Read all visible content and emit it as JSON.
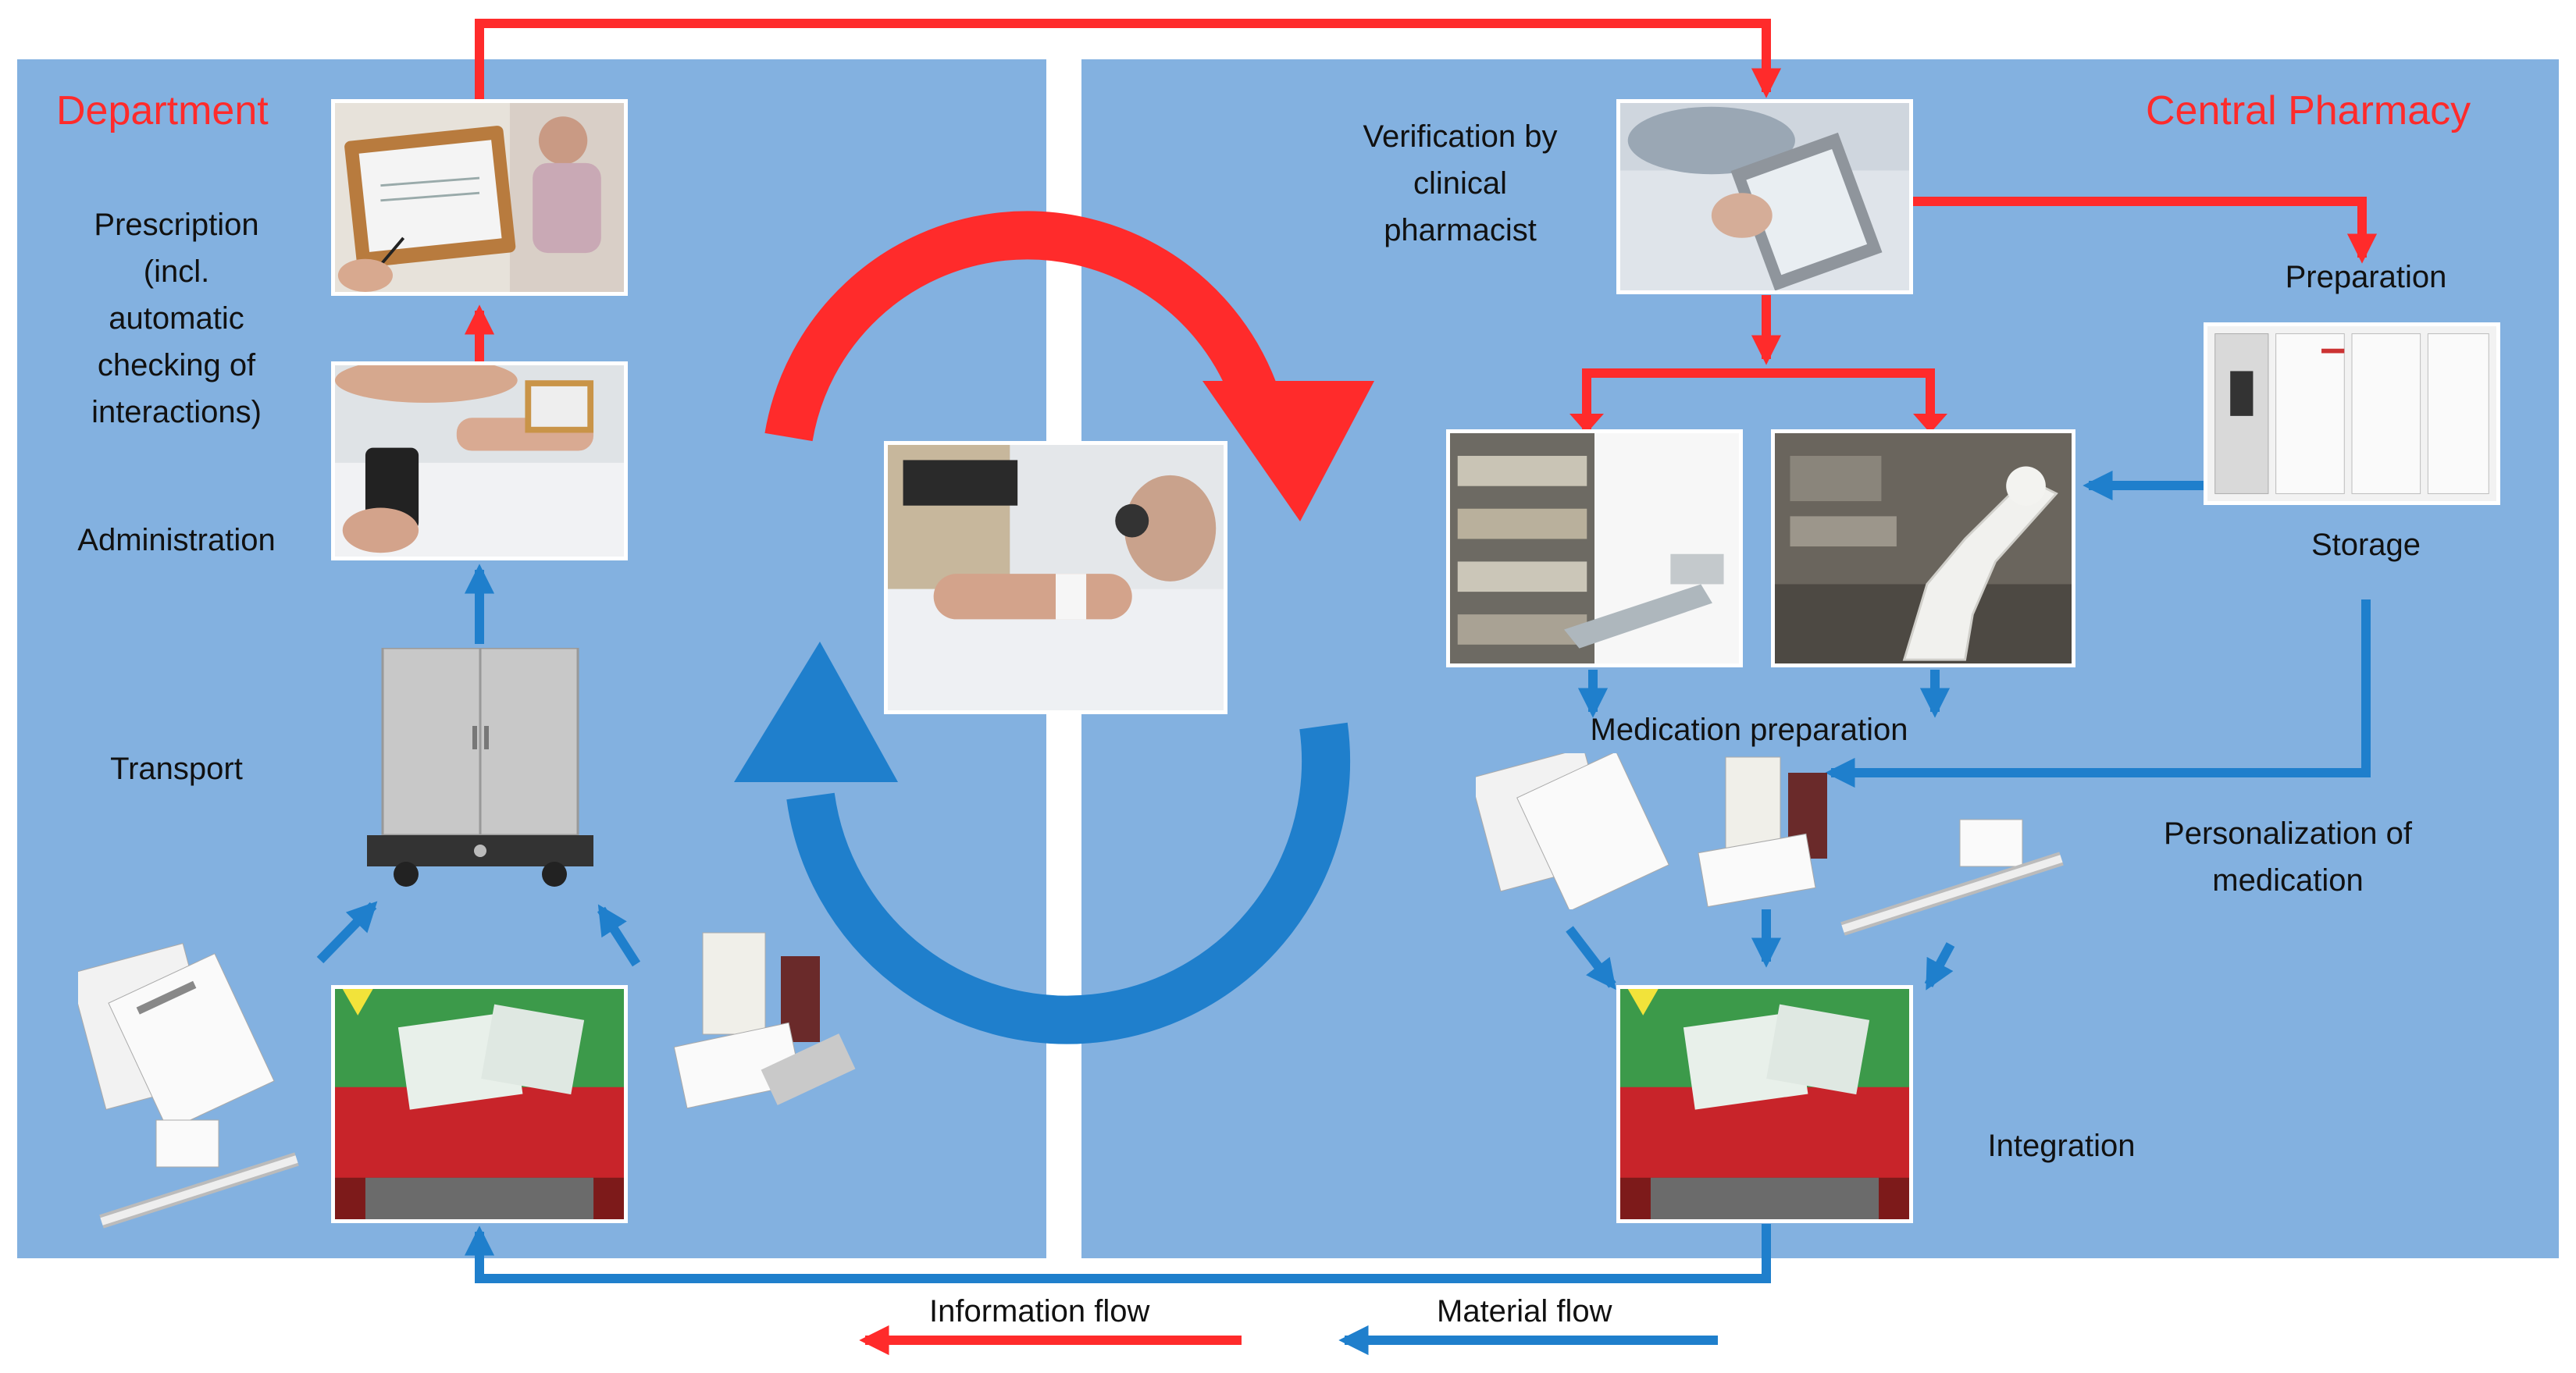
{
  "sections": {
    "department_title": "Department",
    "pharmacy_title": "Central Pharmacy"
  },
  "steps": {
    "prescription": "Prescription\n(incl.\nautomatic\nchecking of\ninteractions)",
    "administration": "Administration",
    "transport": "Transport",
    "verification": "Verification by\nclinical\npharmacist",
    "preparation": "Preparation",
    "storage": "Storage",
    "medication_preparation": "Medication preparation",
    "personalization": "Personalization of\nmedication",
    "integration": "Integration"
  },
  "legend": {
    "information_flow": "Information flow",
    "material_flow": "Material flow"
  },
  "colors": {
    "information_flow": "#ff2b2b",
    "material_flow": "#1f7fcc",
    "panel": "#83b1e0"
  },
  "icons": {
    "prescription_photo": "tablet-prescription-photo",
    "administration_photo": "barcode-scanning-photo",
    "transport_photo": "automated-transport-cart-photo",
    "verification_photo": "pharmacist-tablet-photo",
    "storage_photo": "automated-storage-cabinet-photo",
    "manual_prep_photo": "manual-preparation-photo",
    "robot_prep_photo": "robot-arm-preparation-photo",
    "integration_photo": "integration-box-photo",
    "center_photo": "patient-wristband-scan-photo"
  }
}
